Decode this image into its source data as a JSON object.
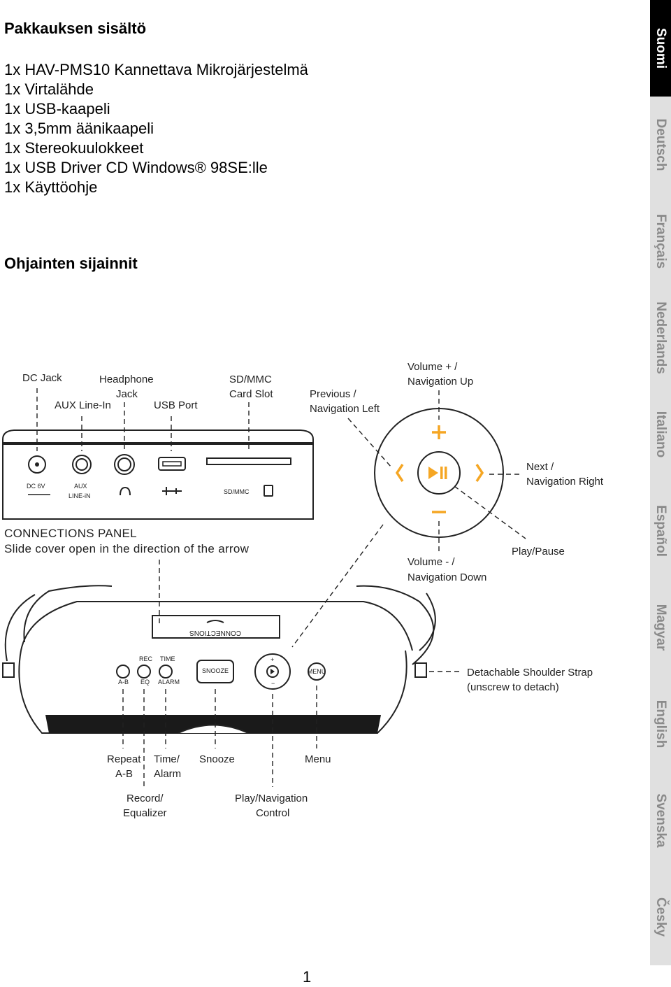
{
  "heading_contents": "Pakkauksen sisältö",
  "contents": [
    "1x HAV-PMS10 Kannettava Mikrojärjestelmä",
    "1x Virtalähde",
    "1x USB-kaapeli",
    "1x 3,5mm äänikaapeli",
    "1x Stereokuulokkeet",
    "1x USB Driver CD Windows® 98SE:lle",
    "1x Käyttöohje"
  ],
  "heading_controls": "Ohjainten sijainnit",
  "page_number": "1",
  "language_tabs": [
    "Suomi",
    "Deutsch",
    "Français",
    "Nederlands",
    "Italiano",
    "Español",
    "Magyar",
    "English",
    "Svenska",
    "Česky"
  ],
  "active_language": "Suomi",
  "diagram": {
    "dc_jack": "DC Jack",
    "headphone_jack_1": "Headphone",
    "headphone_jack_2": "Jack",
    "aux_line_in": "AUX Line-In",
    "usb_port": "USB Port",
    "card_slot_1": "SD/MMC",
    "card_slot_2": "Card Slot",
    "previous_1": "Previous /",
    "previous_2": "Navigation Left",
    "volume_up_1": "Volume + /",
    "volume_up_2": "Navigation Up",
    "next_1": "Next /",
    "next_2": "Navigation Right",
    "play_pause": "Play/Pause",
    "volume_down_1": "Volume - /",
    "volume_down_2": "Navigation Down",
    "panel_dc": "DC 6V",
    "panel_aux_1": "AUX",
    "panel_aux_2": "LINE-iN",
    "panel_sdmmc": "SD/MMC",
    "connections_title": "CONNECTIONS PANEL",
    "connections_sub": "Slide cover open in the direction of the arrow",
    "cover_label": "CONNECTIONS",
    "btn_rec": "REC",
    "btn_time": "TIME",
    "btn_ab": "A-B",
    "btn_eq": "EQ",
    "btn_alarm": "ALARM",
    "btn_snooze": "SNOOZE",
    "btn_menu": "MENU",
    "strap_1": "Detachable Shoulder Strap",
    "strap_2": "(unscrew to detach)",
    "repeat_1": "Repeat",
    "repeat_2": "A-B",
    "time_1": "Time/",
    "time_2": "Alarm",
    "snooze": "Snooze",
    "menu": "Menu",
    "record_1": "Record/",
    "record_2": "Equalizer",
    "playnav_1": "Play/Navigation",
    "playnav_2": "Control"
  }
}
